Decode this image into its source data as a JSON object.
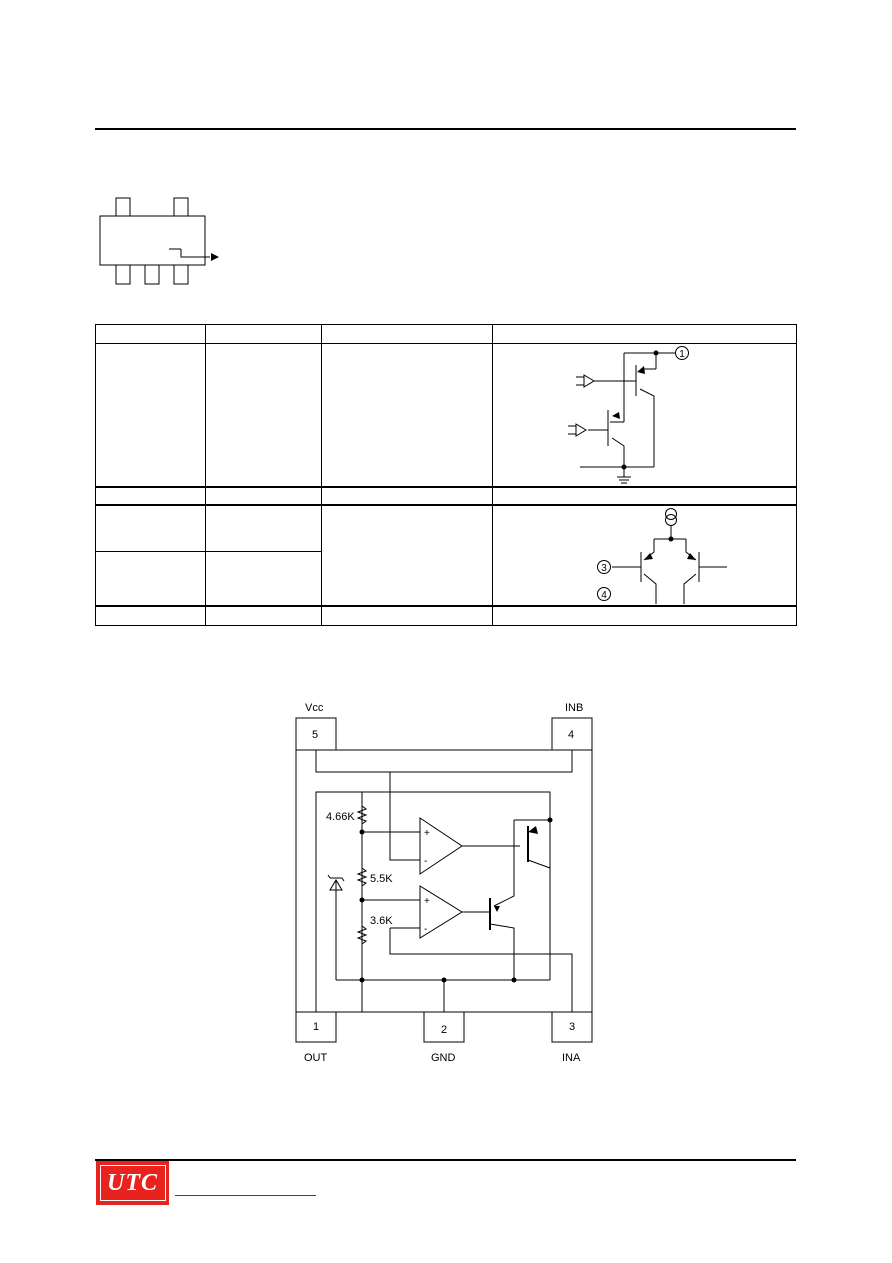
{
  "logo": {
    "text": "UTC",
    "color": "#e8231f"
  },
  "schematic": {
    "pin_markers": {
      "one": "1",
      "three": "3",
      "four": "4"
    }
  },
  "block_diagram": {
    "labels": {
      "vcc": "Vcc",
      "inb": "INB",
      "out": "OUT",
      "gnd": "GND",
      "ina": "INA",
      "r1": "4.66K",
      "r2": "5.5K",
      "r3": "3.6K"
    },
    "pins": {
      "p1": "1",
      "p2": "2",
      "p3": "3",
      "p4": "4",
      "p5": "5"
    }
  }
}
